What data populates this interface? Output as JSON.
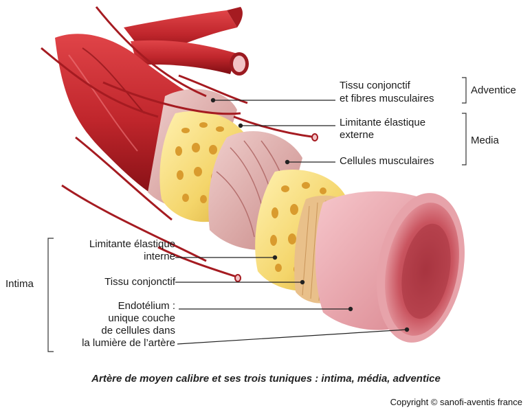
{
  "labels": {
    "adv_tissue_1": "Tissu conjonctif",
    "adv_tissue_2": "et fibres musculaires",
    "ext_lam_1": "Limitante élastique",
    "ext_lam_2": "externe",
    "muscle_cells": "Cellules musculaires",
    "int_lam_1": "Limitante élastique",
    "int_lam_2": "interne",
    "int_tissue": "Tissu conjonctif",
    "endo_1": "Endotélium :",
    "endo_2": "unique couche",
    "endo_3": "de cellules dans",
    "endo_4": "la lumière de l’artère"
  },
  "groups": {
    "adventice": "Adventice",
    "media": "Media",
    "intima": "Intima"
  },
  "caption": "Artère de moyen calibre et ses trois tuniques : intima, média, adventice",
  "copyright": "Copyright © sanofi-aventis france",
  "colors": {
    "artery_red": "#c0262c",
    "dark_red": "#8c1117",
    "elastic_yellow": "#f4d56a",
    "muscle_pink": "#d9a3a1",
    "intima_pink": "#e7a3aa",
    "lumen": "#c9545f"
  }
}
